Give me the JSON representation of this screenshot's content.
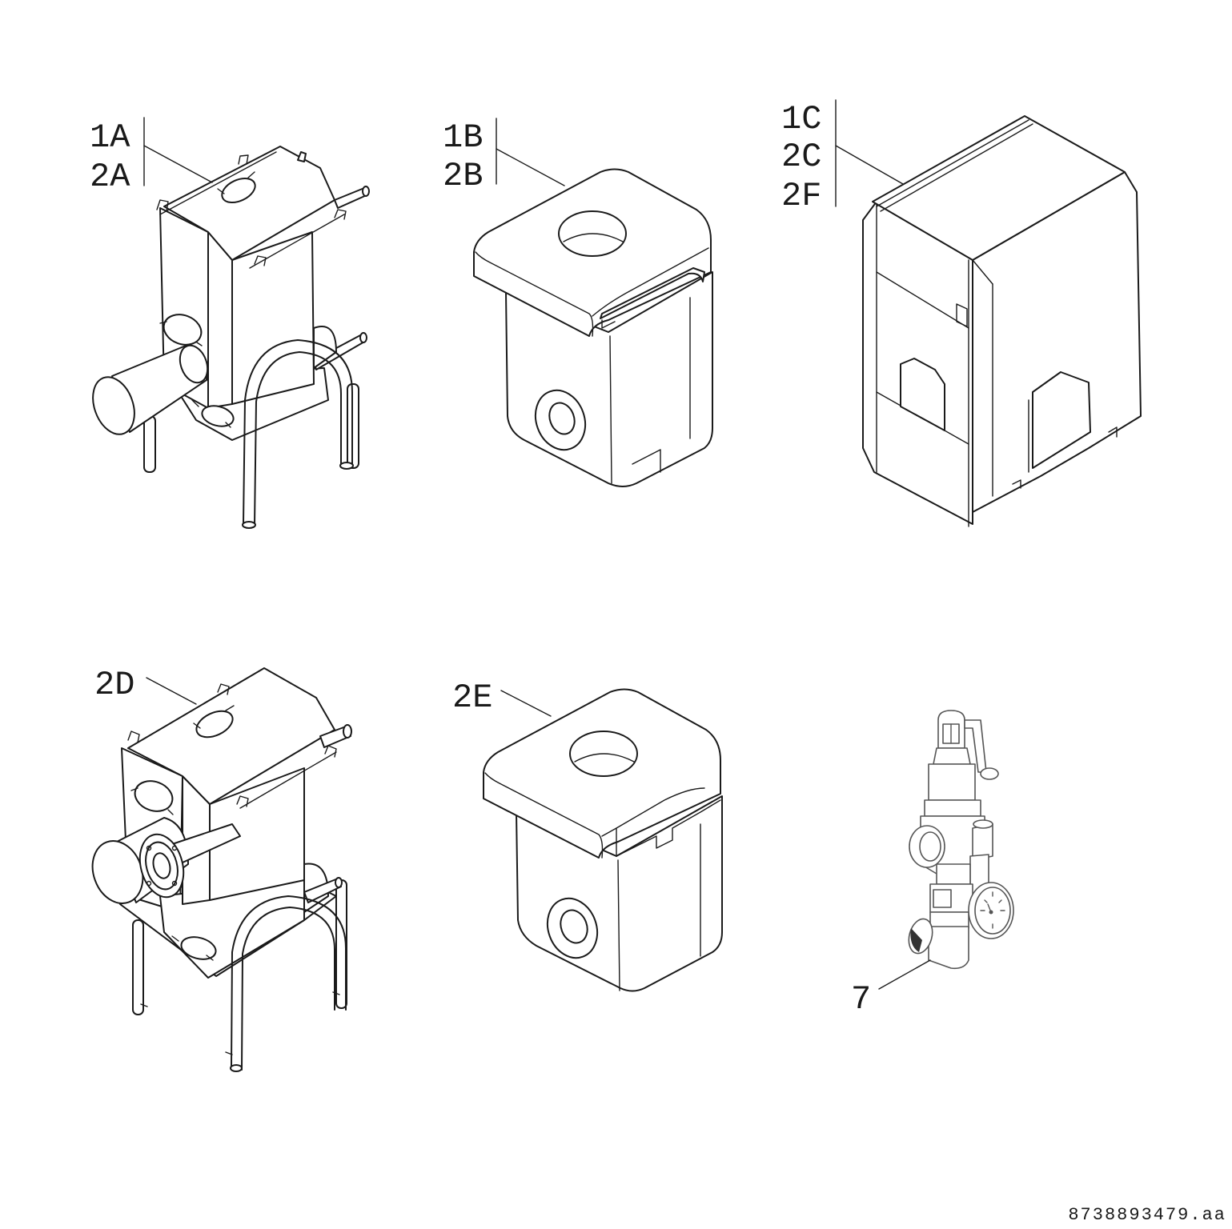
{
  "components": [
    {
      "id": "c1",
      "labels": [
        "1A",
        "2A"
      ]
    },
    {
      "id": "c2",
      "labels": [
        "1B",
        "2B"
      ]
    },
    {
      "id": "c3",
      "labels": [
        "1C",
        "2C",
        "2F"
      ]
    },
    {
      "id": "c4",
      "labels": [
        "2D"
      ]
    },
    {
      "id": "c5",
      "labels": [
        "2E"
      ]
    },
    {
      "id": "c6",
      "labels": [
        "7"
      ]
    }
  ],
  "reference_code": "8738893479.aa"
}
